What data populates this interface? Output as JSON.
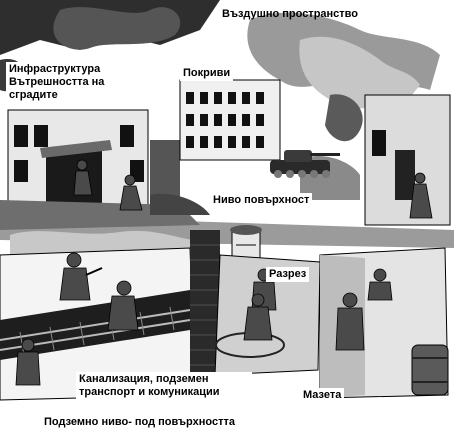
{
  "labels": {
    "airspace": "Въздушно пространство",
    "infrastructure_line1": "Инфраструктура",
    "infrastructure_line2": "Вътрешността на сградите",
    "roofs": "Покриви",
    "surface": "Ниво повърхност",
    "section": "Разрез",
    "sewers_line1": "Канализация, подземен",
    "sewers_line2": "транспорт и комуникации",
    "basement": "Мазета",
    "subsurface": "Подземно ниво- под повърхността"
  },
  "colors": {
    "ink": "#000000",
    "paper": "#ffffff",
    "smoke_dark": "#3a3a3a",
    "smoke_mid": "#8a8a8a",
    "smoke_light": "#c8c8c8",
    "rubble": "#6e6e6e"
  }
}
